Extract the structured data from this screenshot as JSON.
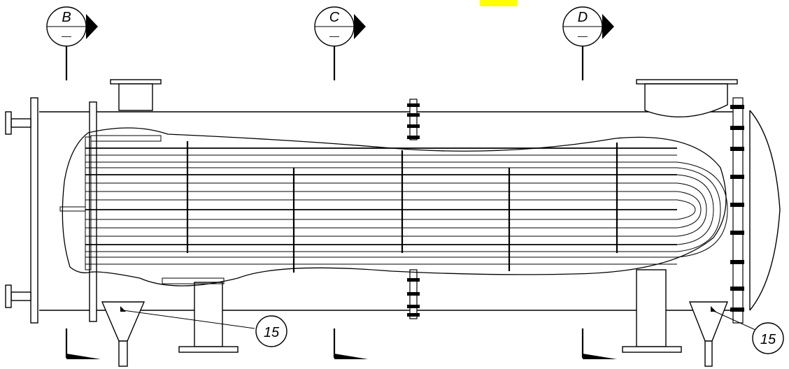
{
  "section_markers": [
    {
      "letter": "B",
      "sub": "—"
    },
    {
      "letter": "C",
      "sub": "—"
    },
    {
      "letter": "D",
      "sub": "—"
    }
  ],
  "callouts": [
    {
      "label": "15"
    },
    {
      "label": "15"
    }
  ],
  "colors": {
    "line": "#000000",
    "highlight": "#ffff00",
    "background": "#ffffff"
  }
}
